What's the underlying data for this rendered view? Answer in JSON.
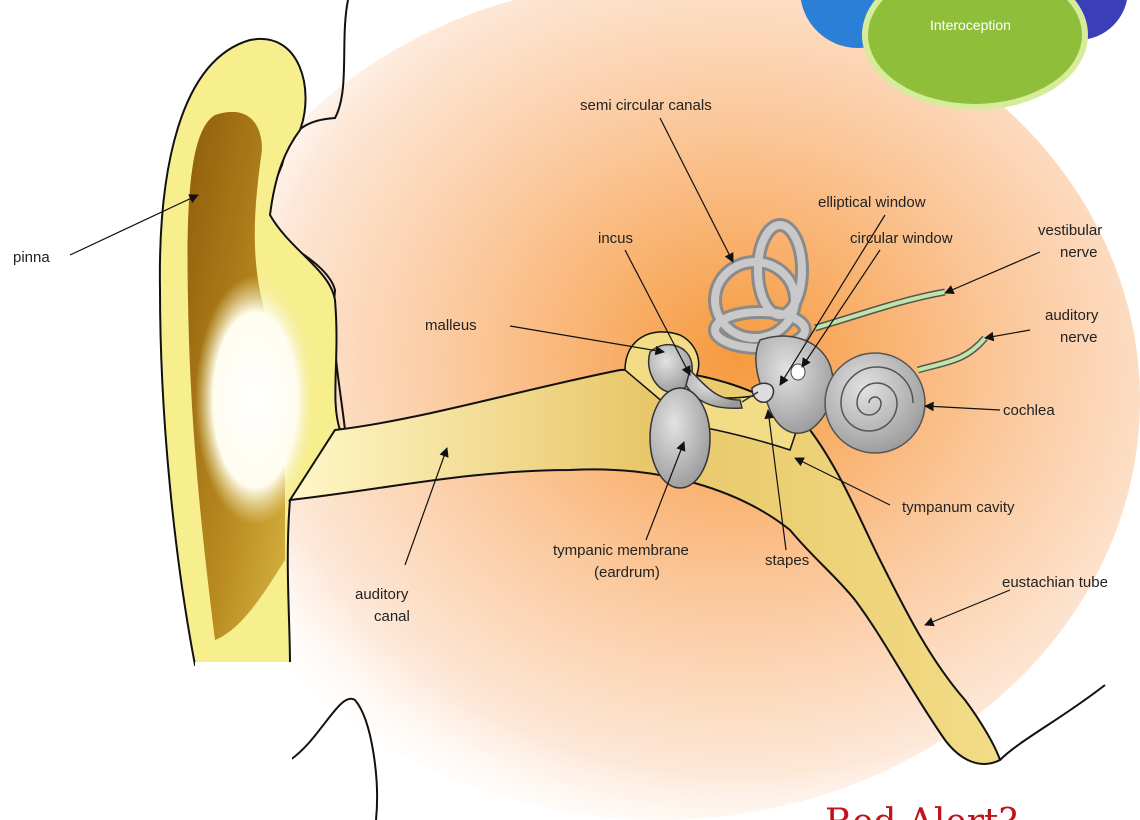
{
  "badge": {
    "label": "Interoception"
  },
  "labels": {
    "pinna": "pinna",
    "semi_circular_canals": "semi circular canals",
    "elliptical_window": "elliptical window",
    "incus": "incus",
    "circular_window": "circular window",
    "vestibular_nerve_1": "vestibular",
    "vestibular_nerve_2": "nerve",
    "auditory_nerve_1": "auditory",
    "auditory_nerve_2": "nerve",
    "malleus": "malleus",
    "cochlea": "cochlea",
    "tympanum_cavity": "tympanum cavity",
    "tympanic_membrane_1": "tympanic membrane",
    "tympanic_membrane_2": "(eardrum)",
    "auditory_canal_1": "auditory",
    "auditory_canal_2": "canal",
    "stapes": "stapes",
    "eustachian_tube": "eustachian tube"
  },
  "caption": {
    "text": "Red Alert?"
  },
  "colors": {
    "accent_red": "#c0141b",
    "badge_green": "#8fbf3a",
    "badge_blue": "#2b7fd6",
    "badge_purple": "#3a3fb8",
    "ear_yellow": "#f7ef8e",
    "ear_brown": "#9a6a10",
    "glow_orange": "#f6a04a",
    "nerve_green": "#bfe6a8",
    "bone_gray": "#a7a7a7"
  }
}
